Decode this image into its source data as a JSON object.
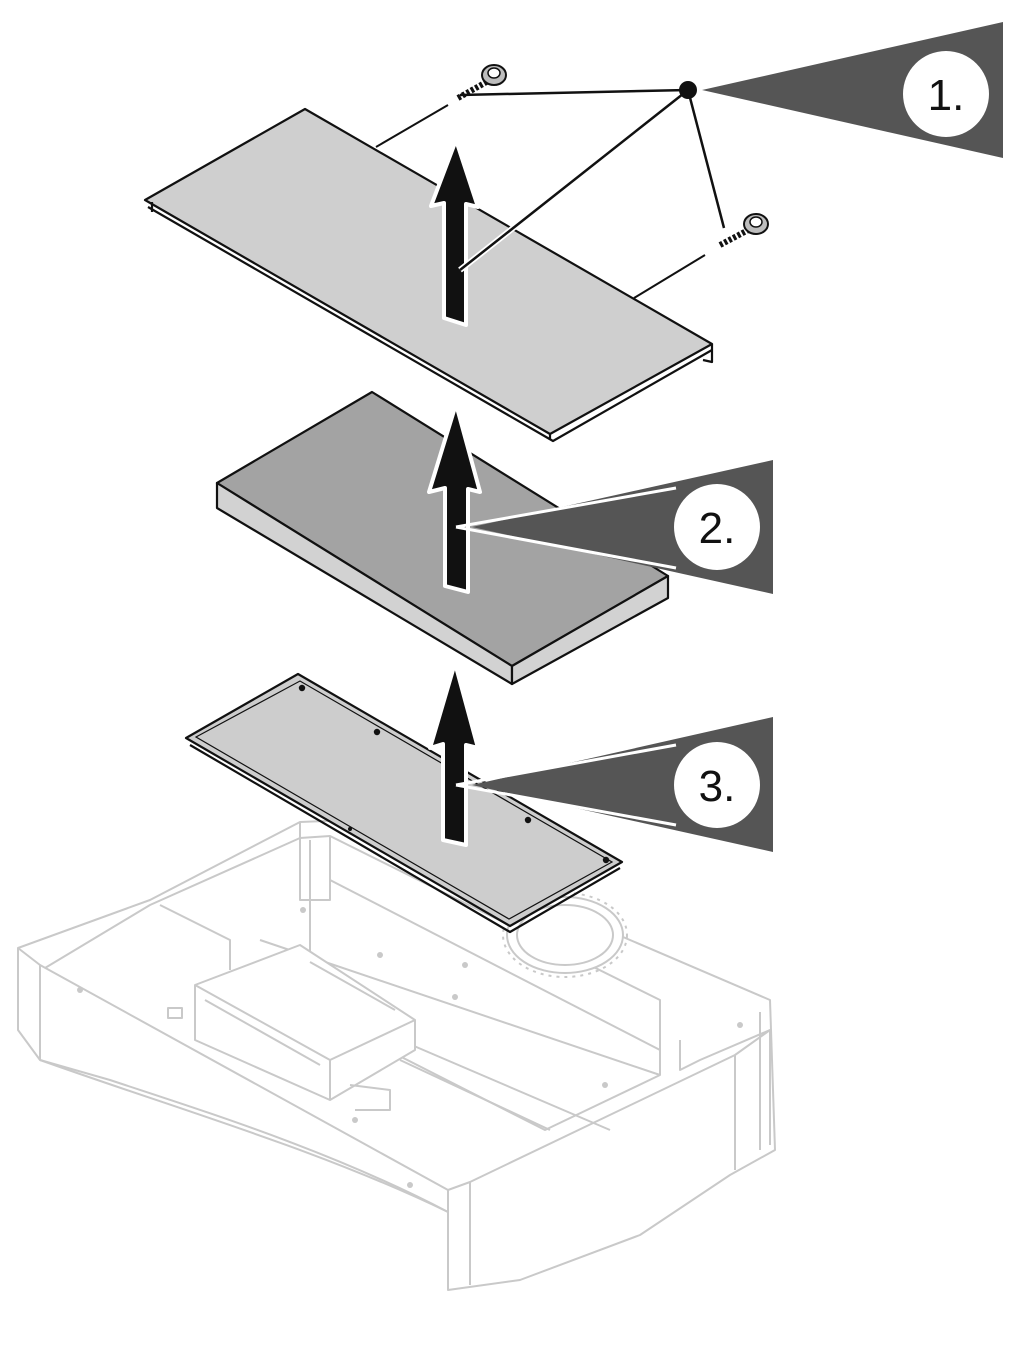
{
  "steps": [
    {
      "number": "1.",
      "part": "screws-and-top-cover"
    },
    {
      "number": "2.",
      "part": "insulation-block"
    },
    {
      "number": "3.",
      "part": "inner-panel"
    }
  ],
  "colors": {
    "background": "#ffffff",
    "callout_wedge": "#555555",
    "callout_circle": "#ffffff",
    "top_cover": "#cfcfcf",
    "insulation_top": "#a3a3a3",
    "insulation_side": "#d2d2d2",
    "panel": "#cdcdcd",
    "arrow": "#111111",
    "base_outline": "#c9c9c9"
  },
  "icons": {
    "lift_arrow": "up-arrow-icon",
    "screw": "screw-icon"
  }
}
